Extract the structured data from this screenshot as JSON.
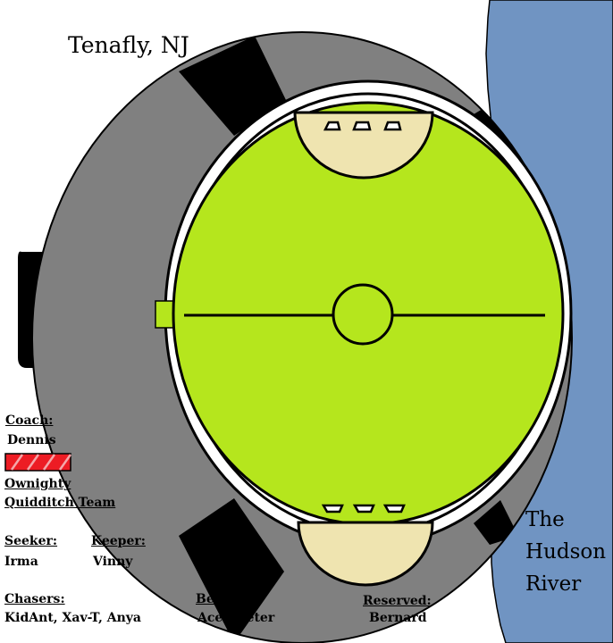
{
  "location": "Tenafly, NJ",
  "river_lines": [
    "The",
    "Hudson",
    "River"
  ],
  "colors": {
    "river": "#7094c2",
    "stands": "#808080",
    "stand_gaps": "#000000",
    "pitch": "#b5e61d",
    "goal_area": "#efe4b0",
    "team": "#ed1c24",
    "ring": "#ffffff"
  },
  "legend": {
    "coach_label": "Coach:",
    "coach": "Dennis",
    "team_line1": "Ownighty",
    "team_line2": "Quidditch Team",
    "seeker_label": "Seeker:",
    "seeker": "Irma",
    "keeper_label": "Keeper:",
    "keeper": "Vinny",
    "chasers_label": "Chasers:",
    "chasers": "KidAnt, Xav-T, Anya",
    "beaters_label": "Beaters:",
    "beaters": "Acer, Peter",
    "reserved_label": "Reserved:",
    "reserved": "Bernard"
  }
}
